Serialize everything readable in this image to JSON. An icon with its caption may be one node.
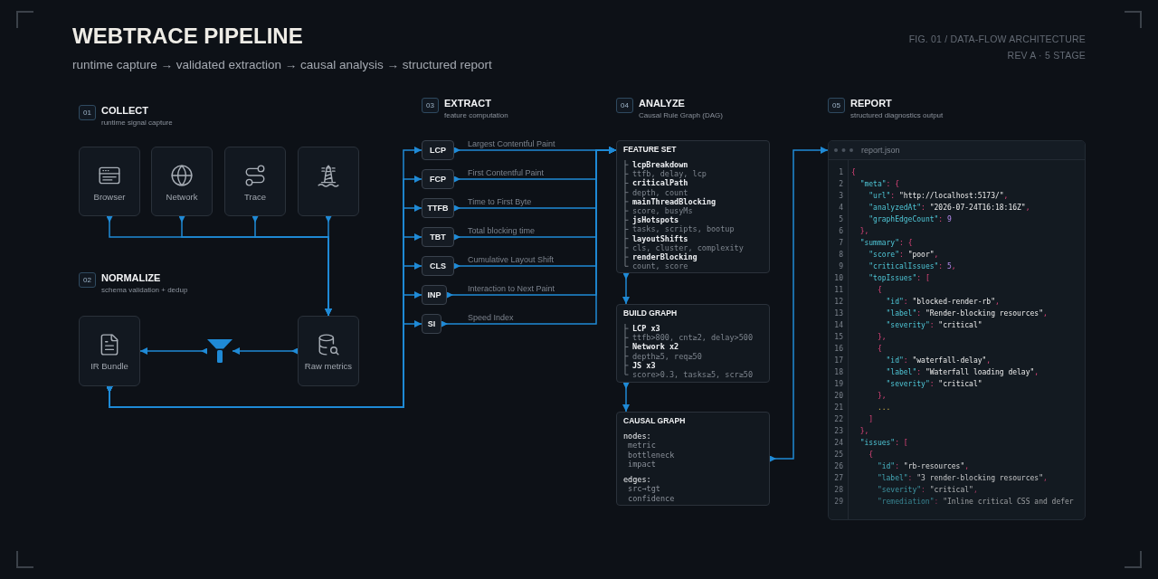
{
  "diagram": {
    "title": "WEBTRACE PIPELINE",
    "nodes": [
      {
        "text": [
          "01"
        ],
        "beside": [
          "COLLECT",
          "runtime signal capture"
        ]
      },
      {
        "text": [
          "Browser"
        ]
      },
      {
        "text": [
          "Network"
        ]
      },
      {
        "text": [
          "Trace"
        ]
      },
      {
        "text": [],
        "shape": "box"
      },
      {
        "text": [
          "02"
        ],
        "beside": [
          "NORMALIZE",
          "schema validation + dedup"
        ]
      },
      {
        "text": [
          "IR Bundle"
        ]
      },
      {
        "text": [],
        "shape": "funnel"
      },
      {
        "text": [
          "Raw metrics"
        ]
      },
      {
        "text": [
          "03"
        ],
        "beside": [
          "EXTRACT",
          "feature computation"
        ]
      },
      {
        "text": [
          "LCP"
        ],
        "beside": [
          "Largest Contentful Paint"
        ]
      },
      {
        "text": [
          "FCP"
        ],
        "beside": [
          "First Contentful Paint"
        ]
      },
      {
        "text": [
          "TTFB"
        ],
        "beside": [
          "Time to First Byte"
        ]
      },
      {
        "text": [
          "TBT"
        ],
        "beside": [
          "Total blocking time"
        ]
      },
      {
        "text": [
          "CLS"
        ],
        "beside": [
          "Cumulative Layout Shift"
        ]
      },
      {
        "text": [
          "INP"
        ],
        "beside": [
          "Interaction to Next Paint"
        ]
      },
      {
        "text": [
          "SI"
        ],
        "beside": [
          "Speed Index"
        ]
      },
      {
        "text": [
          "04"
        ],
        "beside": [
          "ANALYZE",
          "Causal Rule Graph (DAG)"
        ]
      },
      {
        "text": [
          "FEATURE SET",
          "lcpBreakdown",
          "ttfb, delay, lcp",
          "criticalPath",
          "depth, count",
          "mainThreadBlocking",
          "score, busyMs",
          "jsHotspots",
          "tasks, scripts, bootup",
          "layoutShifts",
          "cls, cluster, complexity",
          "renderBlocking",
          "count, score"
        ]
      },
      {
        "text": [
          "BUILD GRAPH",
          "LCP x3",
          "ttfb>800, cnt≥2, delay>500",
          "Network x2",
          "depth≥5, req≥50",
          "JS x3",
          "score>0.3, tasks≥5, scr≥50"
        ]
      },
      {
        "text": [
          "CAUSAL GRAPH",
          "nodes:",
          "metric",
          "bottleneck",
          "impact",
          "edges:",
          "src→tgt",
          "confidence"
        ]
      },
      {
        "text": [
          "05"
        ],
        "beside": [
          "REPORT",
          "structured diagnostics output"
        ]
      },
      {
        "text": [
          "report.json",
          "{",
          "\"meta\": {",
          "\"url\": \"http://localhost:5173/\",",
          "\"analyzedAt\": \"2026-07-24T16:18:16Z\",",
          "\"graphEdgeCount\": 9",
          "},",
          "\"summary\": {",
          "\"score\": \"poor\",",
          "\"criticalIssues\": 5,",
          "\"topIssues\": [",
          "{",
          "\"id\": \"blocked-render-rb\",",
          "\"label\": \"Render-blocking resources\",",
          "\"severity\": \"critical\"",
          "},",
          "{",
          "\"id\": \"waterfall-delay\",",
          "\"label\": \"Waterfall loading delay\",",
          "\"severity\": \"critical\"",
          "},",
          "...",
          "]",
          "},",
          "\"issues\": [",
          "{",
          "\"id\": \"rb-resources\",",
          "\"label\": \"3 render-blocking resources\",",
          "\"severity\": \"critical\",",
          "\"remediation\": \"Inline critical CSS and defer"
        ]
      }
    ],
    "edges": [
      {
        "from": 1,
        "to": 8,
        "arrow": "to"
      },
      {
        "from": 2,
        "to": 8,
        "arrow": "to"
      },
      {
        "from": 3,
        "to": 8,
        "arrow": "to"
      },
      {
        "from": 4,
        "to": 8,
        "arrow": "to"
      },
      {
        "from": 8,
        "to": 7,
        "arrow": "to"
      },
      {
        "from": 7,
        "to": 6,
        "arrow": "to"
      },
      {
        "from": 6,
        "to": 10,
        "arrow": "to"
      },
      {
        "from": 6,
        "to": 11,
        "arrow": "to"
      },
      {
        "from": 6,
        "to": 12,
        "arrow": "to"
      },
      {
        "from": 6,
        "to": 13,
        "arrow": "to"
      },
      {
        "from": 6,
        "to": 14,
        "arrow": "to"
      },
      {
        "from": 6,
        "to": 15,
        "arrow": "to"
      },
      {
        "from": 6,
        "to": 16,
        "arrow": "to"
      },
      {
        "from": 10,
        "to": 18,
        "arrow": "to"
      },
      {
        "from": 11,
        "to": 18,
        "arrow": "to"
      },
      {
        "from": 12,
        "to": 18,
        "arrow": "to"
      },
      {
        "from": 13,
        "to": 18,
        "arrow": "to"
      },
      {
        "from": 14,
        "to": 18,
        "arrow": "to"
      },
      {
        "from": 15,
        "to": 18,
        "arrow": "to"
      },
      {
        "from": 16,
        "to": 18,
        "arrow": "to"
      },
      {
        "from": 18,
        "to": 19,
        "arrow": "to"
      },
      {
        "from": 19,
        "to": 20,
        "arrow": "to"
      },
      {
        "from": 20,
        "to": 22,
        "arrow": "to"
      }
    ],
    "labels": [
      "runtime capture → validated extraction → causal analysis → structured report",
      "FIG. 01 / DATA-FLOW ARCHITECTURE",
      "REV A · 5 STAGE",
      "1",
      "2",
      "3",
      "4",
      "5",
      "6",
      "7",
      "8",
      "9",
      "10",
      "11",
      "12",
      "13",
      "14",
      "15",
      "16",
      "17",
      "18",
      "19",
      "20",
      "21",
      "22",
      "23",
      "24",
      "25",
      "26",
      "27",
      "28",
      "29"
    ]
  }
}
